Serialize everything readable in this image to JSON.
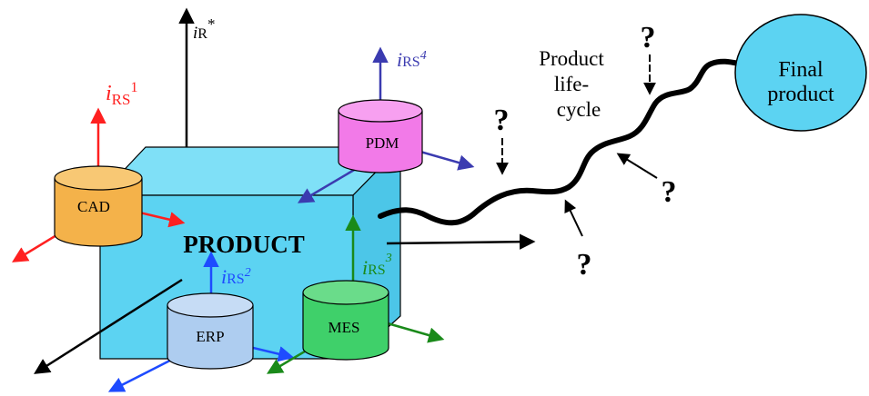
{
  "cube": {
    "label": "PRODUCT",
    "fill": "#5cd3f2",
    "fill_top": "#7fe0f7",
    "fill_side": "#4cc6e8"
  },
  "cylinders": {
    "cad": {
      "label": "CAD",
      "fill": "#f4b24a"
    },
    "pdm": {
      "label": "PDM",
      "fill": "#f27ae8"
    },
    "erp": {
      "label": "ERP",
      "fill": "#aecdf0"
    },
    "mes": {
      "label": "MES",
      "fill": "#3fd06a"
    }
  },
  "axes": {
    "r_star": {
      "letter": "i",
      "sub": "R",
      "sup": "*",
      "color": "#000000"
    },
    "rs1": {
      "letter": "i",
      "sub": "RS",
      "sup": "1",
      "color": "#ff2020"
    },
    "rs2": {
      "letter": "i",
      "sub": "RS",
      "sup": "2",
      "color": "#1e4bff"
    },
    "rs3": {
      "letter": "i",
      "sub": "RS",
      "sup": "3",
      "color": "#1a8a1a"
    },
    "rs4": {
      "letter": "i",
      "sub": "RS",
      "sup": "4",
      "color": "#3b3bb0"
    }
  },
  "lifecycle": {
    "line1": "Product",
    "line2": "life-",
    "line3": "cycle"
  },
  "final": {
    "line1": "Final",
    "line2": "product",
    "fill": "#5cd3f2"
  },
  "question_mark": "?"
}
